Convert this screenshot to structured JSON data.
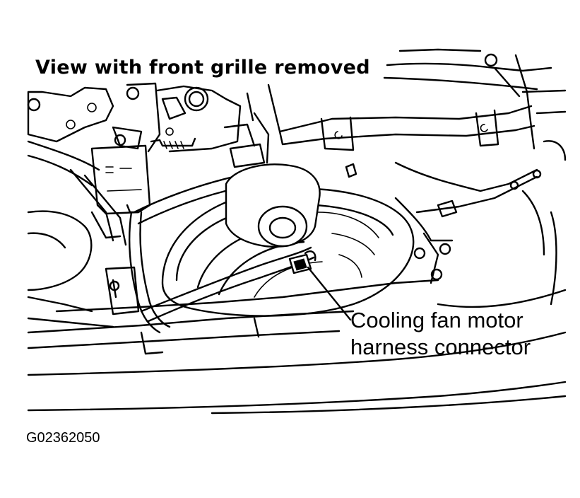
{
  "title": "View with front grille removed",
  "callout": {
    "line1": "Cooling fan motor",
    "line2": "harness connector"
  },
  "figure_id": "G02362050"
}
